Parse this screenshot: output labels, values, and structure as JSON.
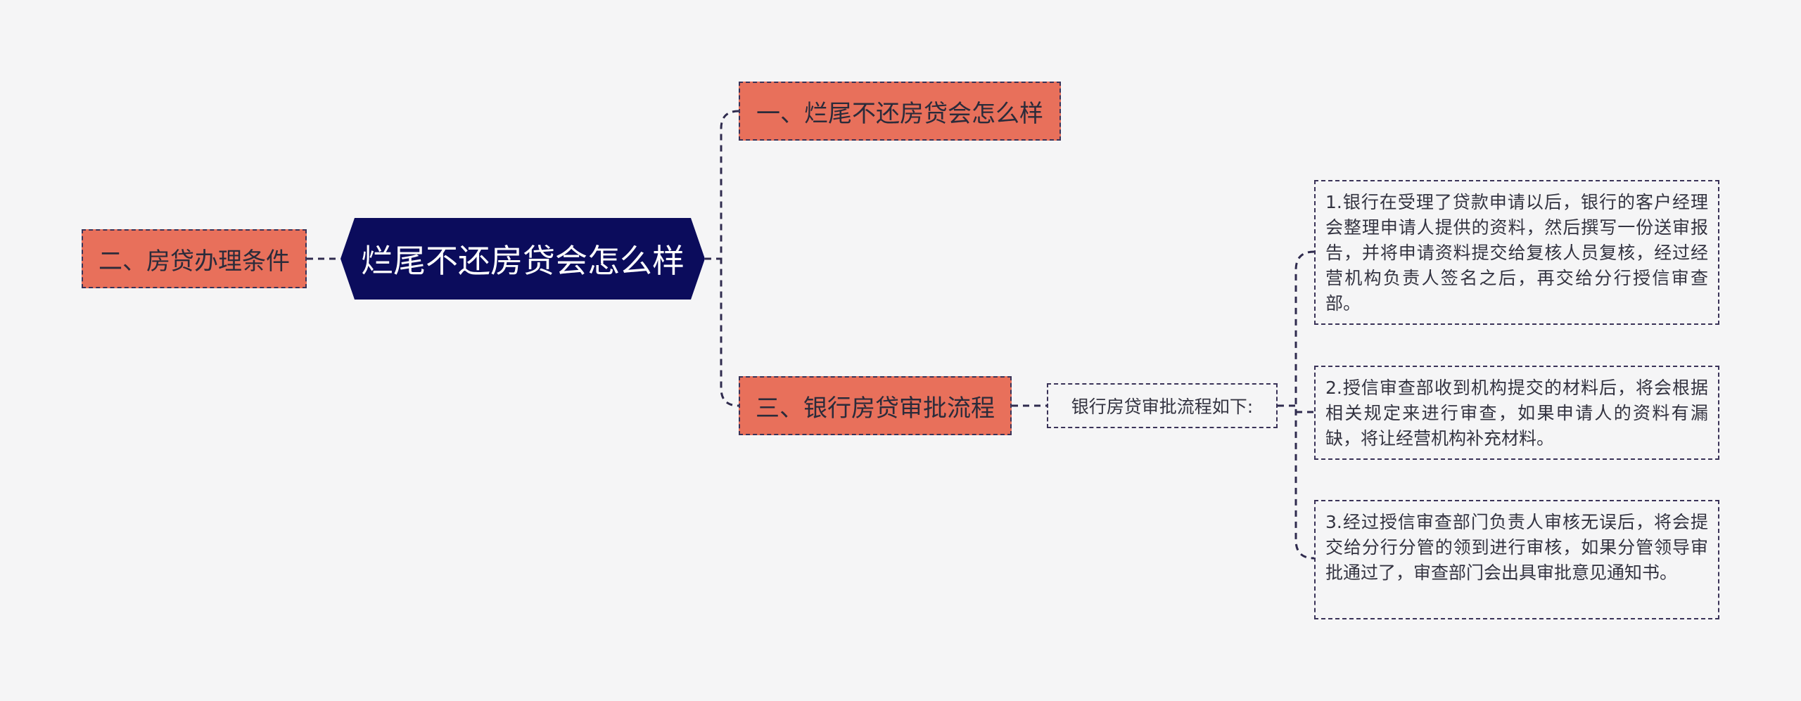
{
  "mindmap": {
    "root": {
      "label": "烂尾不还房贷会怎么样"
    },
    "branches": [
      {
        "label": "一、烂尾不还房贷会怎么样"
      },
      {
        "label": "二、房贷办理条件"
      },
      {
        "label": "三、银行房贷审批流程",
        "child": {
          "label": "银行房贷审批流程如下:",
          "steps": [
            {
              "text": "1.银行在受理了贷款申请以后，银行的客户经理会整理申请人提供的资料，然后撰写一份送审报告，并将申请资料提交给复核人员复核，经过经营机构负责人签名之后，再交给分行授信审查部。"
            },
            {
              "text": "2.授信审查部收到机构提交的材料后，将会根据相关规定来进行审查，如果申请人的资料有漏缺，将让经营机构补充材料。"
            },
            {
              "text": "3.经过授信审查部门负责人审核无误后，将会提交给分行分管的领到进行审核，如果分管领导审批通过了，审查部门会出具审批意见通知书。"
            }
          ]
        }
      }
    ]
  },
  "colors": {
    "root_fill": "#0b0c5c",
    "branch_fill": "#e8705b",
    "connector": "#2f2b4e",
    "background": "#f5f5f6"
  }
}
